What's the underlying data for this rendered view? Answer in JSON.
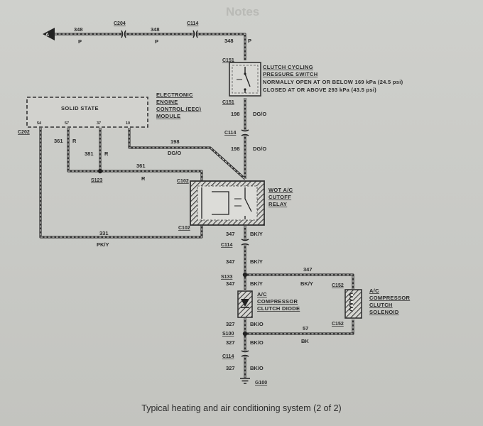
{
  "background_heading": "Notes",
  "caption": "Typical heating and air conditioning system (2 of 2)",
  "connector_a": "A",
  "wire_labels": {
    "top1_num": "348",
    "top1_color": "P",
    "top2_num": "348",
    "top2_color": "P",
    "top3_num": "348",
    "top3_color": "P",
    "w198_upper_num": "198",
    "w198_upper_color": "DG/O",
    "w198_lower_num": "198",
    "w198_lower_color": "DG/O",
    "w198_diag_num": "198",
    "w198_diag_color": "DG/O",
    "w361_left_num": "361",
    "w361_left_color": "R",
    "w381_num": "381",
    "w381_color": "R",
    "w361_horiz_num": "361",
    "w361_horiz_color": "R",
    "w331_num": "331",
    "w331_color": "PK/Y",
    "w347a_num": "347",
    "w347a_color": "BK/Y",
    "w347b_num": "347",
    "w347b_color": "BK/Y",
    "w347c_num": "347",
    "w347c_color": "BK/Y",
    "w347h_num": "347",
    "w347h_color": "BK/Y",
    "w327a_num": "327",
    "w327a_color": "BK/O",
    "w327b_num": "327",
    "w327b_color": "BK/O",
    "w327c_num": "327",
    "w327c_color": "BK/O",
    "w57_num": "57",
    "w57_color": "BK"
  },
  "connectors": {
    "c204": "C204",
    "c114_top": "C114",
    "c151_upper": "C151",
    "c151_lower": "C151",
    "c114_mid": "C114",
    "c202": "C202",
    "c102_upper": "C102",
    "c102_lower": "C102",
    "c114_lower": "C114",
    "s133": "S133",
    "c152_upper": "C152",
    "c152_lower": "C152",
    "s100": "S100",
    "c114_bottom": "C114",
    "s123": "S123",
    "g100": "G100"
  },
  "eec_pins": [
    "54",
    "57",
    "37",
    "10"
  ],
  "components": {
    "clutch_switch": [
      "CLUTCH CYCLING",
      "PRESSURE SWITCH",
      "NORMALLY OPEN AT OR BELOW 169 kPa (24.5 psi)",
      "CLOSED AT OR ABOVE 293 kPa (43.5 psi)"
    ],
    "eec_module": [
      "ELECTRONIC",
      "ENGINE",
      "CONTROL (EEC)",
      "MODULE"
    ],
    "solid_state": "SOLID STATE",
    "wot_relay": [
      "WOT A/C",
      "CUTOFF",
      "RELAY"
    ],
    "diode": [
      "A/C",
      "COMPRESSOR",
      "CLUTCH DIODE"
    ],
    "solenoid": [
      "A/C",
      "COMPRESSOR",
      "CLUTCH",
      "SOLENOID"
    ]
  }
}
